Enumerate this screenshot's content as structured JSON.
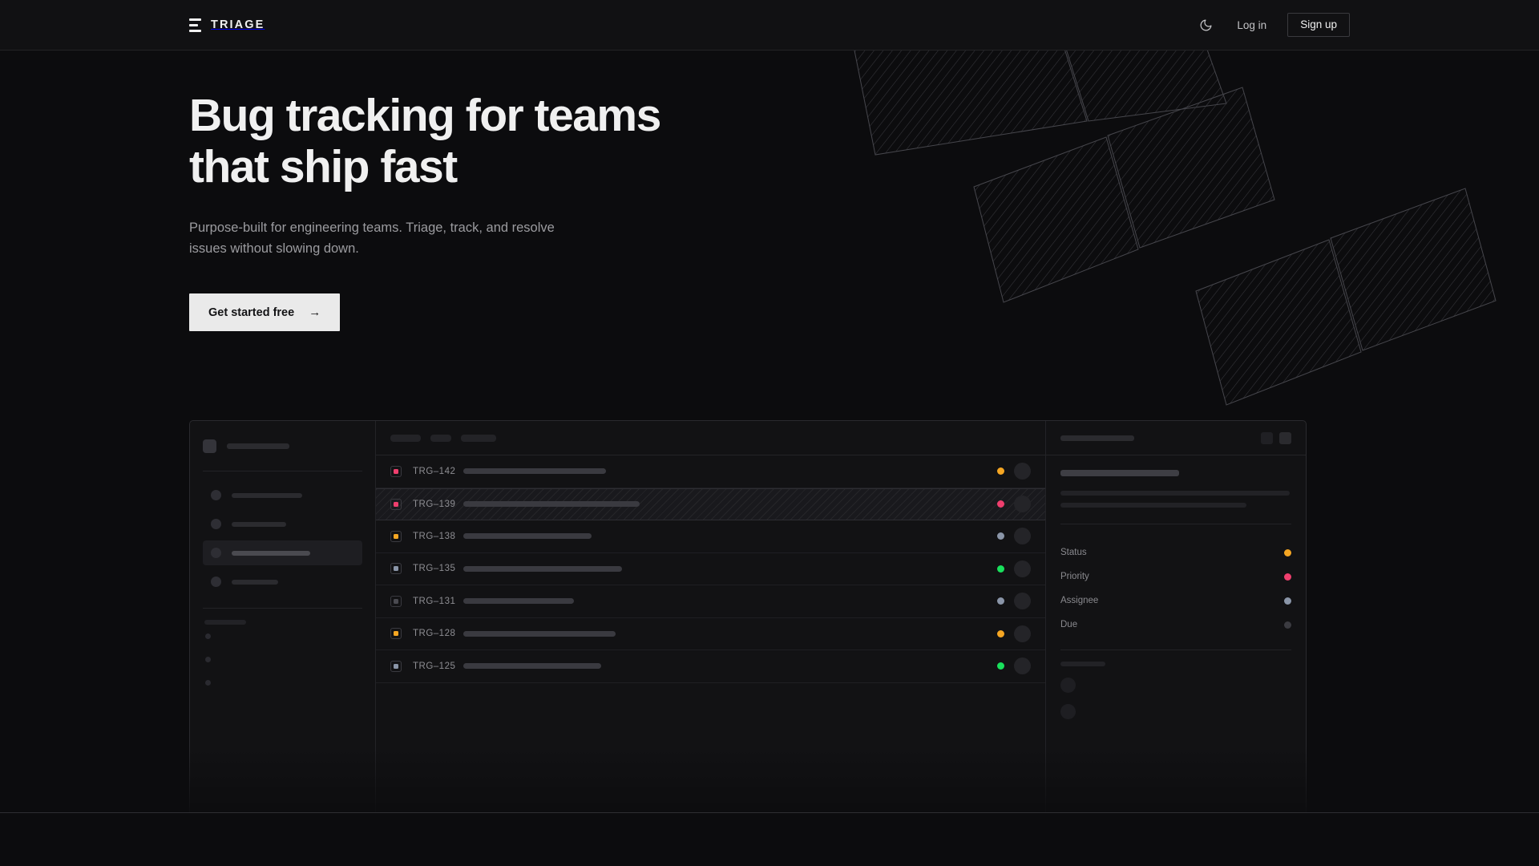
{
  "header": {
    "brand_name": "TRIAGE",
    "brand_icon": "stacked-bars-logo-icon",
    "theme_toggle_icon": "moon-icon",
    "login_label": "Log in",
    "signup_label": "Sign up"
  },
  "hero": {
    "title_line1": "Bug tracking for teams",
    "title_line2": "that ship fast",
    "subtitle": "Purpose-built for engineering teams. Triage, track, and resolve issues without slowing down.",
    "cta_label": "Get started free",
    "cta_arrow": "→"
  },
  "colors": {
    "page_bg": "#0c0c0e",
    "header_bg": "#111113",
    "border": "#2a2a2e",
    "cta_bg": "#eaeaea",
    "cta_text": "#131315",
    "text_primary": "#f0f0f0",
    "text_muted": "#9b9b9f",
    "status_pink": "#ef3f6e",
    "status_amber": "#f5a623",
    "status_slate": "#8a95a8",
    "status_green": "#19e05c",
    "status_dim": "#3b3b41",
    "skeleton": "#2b2b2f",
    "skeleton_bright": "#3e3e44"
  },
  "mockup": {
    "sidebar": {
      "workspace": {
        "avatar": "workspace-avatar-skeleton",
        "name_width": 78
      },
      "nav_items": [
        {
          "name": "nav-item-1",
          "width": 88,
          "active": false
        },
        {
          "name": "nav-item-2",
          "width": 68,
          "active": false
        },
        {
          "name": "nav-item-3",
          "width": 98,
          "active": true
        },
        {
          "name": "nav-item-4",
          "width": 58,
          "active": false
        }
      ],
      "section_label_width": 52,
      "sub_dots": [
        "sub-item-1",
        "sub-item-2",
        "sub-item-3"
      ]
    },
    "toolbar": {
      "pills": [
        {
          "width": 38
        },
        {
          "width": 26
        },
        {
          "width": 44
        }
      ]
    },
    "list": {
      "columns": [
        "badge",
        "id",
        "title",
        "status",
        "assignee"
      ],
      "rows": [
        {
          "id": "TRG–142",
          "badge": "#ef3f6e",
          "title_width": 178,
          "dot": "#f5a623",
          "selected": false
        },
        {
          "id": "TRG–139",
          "badge": "#ef3f6e",
          "title_width": 220,
          "dot": "#ef3f6e",
          "selected": true
        },
        {
          "id": "TRG–138",
          "badge": "#f5a623",
          "title_width": 160,
          "dot": "#8a95a8",
          "selected": false
        },
        {
          "id": "TRG–135",
          "badge": "#8a95a8",
          "title_width": 198,
          "dot": "#19e05c",
          "selected": false
        },
        {
          "id": "TRG–131",
          "badge": "#4a4a50",
          "title_width": 138,
          "dot": "#8a95a8",
          "selected": false
        },
        {
          "id": "TRG–128",
          "badge": "#f5a623",
          "title_width": 190,
          "dot": "#f5a623",
          "selected": false
        },
        {
          "id": "TRG–125",
          "badge": "#8a95a8",
          "title_width": 172,
          "dot": "#19e05c",
          "selected": false
        }
      ]
    },
    "detail": {
      "header": {
        "title_width": 92,
        "buttons": [
          "detail-action-1",
          "detail-action-2"
        ]
      },
      "issue_title_width": 148,
      "body_line_widths": [
        286,
        232
      ],
      "meta": [
        {
          "label": "Status",
          "color": "#f5a623"
        },
        {
          "label": "Priority",
          "color": "#ef3f6e"
        },
        {
          "label": "Assignee",
          "color": "#8a95a8"
        },
        {
          "label": "Due",
          "color": "#3b3b41"
        }
      ],
      "activity_label_width": 56,
      "activity_avatars": [
        "activity-avatar-1",
        "activity-avatar-2"
      ]
    }
  }
}
